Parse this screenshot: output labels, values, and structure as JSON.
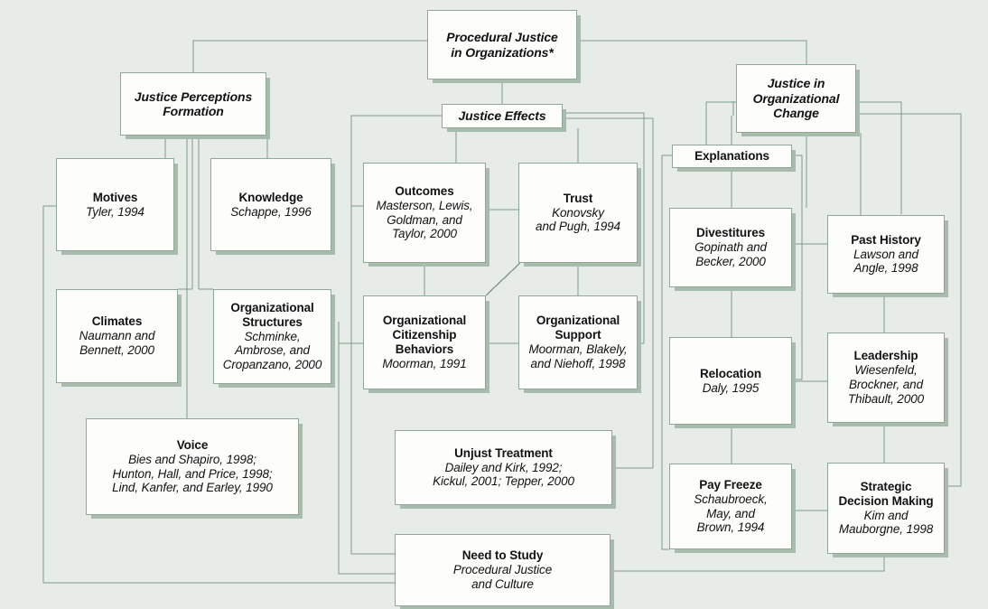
{
  "diagram": {
    "title": "Procedural Justice in Organizations*",
    "background_color": "#e7ece8",
    "box_fill": "#fdfdfb",
    "box_border": "#8fa896",
    "box_shadow": "#a7bcac",
    "connector_color": "#7e9a86"
  },
  "nodes": {
    "root": {
      "title": "Procedural Justice\nin Organizations*",
      "sub": ""
    },
    "perceptions": {
      "title": "Justice Perceptions\nFormation",
      "sub": ""
    },
    "effects": {
      "title": "Justice Effects",
      "sub": ""
    },
    "change": {
      "title": "Justice in\nOrganizational\nChange",
      "sub": ""
    },
    "motives": {
      "title": "Motives",
      "sub": "Tyler, 1994"
    },
    "knowledge": {
      "title": "Knowledge",
      "sub": "Schappe, 1996"
    },
    "climates": {
      "title": "Climates",
      "sub": "Naumann and\nBennett, 2000"
    },
    "structures": {
      "title": "Organizational\nStructures",
      "sub": "Schminke,\nAmbrose, and\nCropanzano, 2000"
    },
    "voice": {
      "title": "Voice",
      "sub": "Bies and Shapiro, 1998;\nHunton, Hall, and Price, 1998;\nLind, Kanfer, and Earley, 1990"
    },
    "outcomes": {
      "title": "Outcomes",
      "sub": "Masterson, Lewis,\nGoldman, and\nTaylor, 2000"
    },
    "trust": {
      "title": "Trust",
      "sub": "Konovsky\nand Pugh, 1994"
    },
    "ocb": {
      "title": "Organizational\nCitizenship\nBehaviors",
      "sub": "Moorman, 1991"
    },
    "support": {
      "title": "Organizational\nSupport",
      "sub": "Moorman, Blakely,\nand Niehoff, 1998"
    },
    "unjust": {
      "title": "Unjust Treatment",
      "sub": "Dailey and Kirk, 1992;\nKickul, 2001; Tepper, 2000"
    },
    "need": {
      "title": "Need to Study",
      "sub": "Procedural Justice\nand Culture"
    },
    "explanations": {
      "title": "Explanations",
      "sub": ""
    },
    "divestitures": {
      "title": "Divestitures",
      "sub": "Gopinath and\nBecker, 2000"
    },
    "relocation": {
      "title": "Relocation",
      "sub": "Daly, 1995"
    },
    "payfreeze": {
      "title": "Pay Freeze",
      "sub": "Schaubroeck,\nMay, and\nBrown, 1994"
    },
    "history": {
      "title": "Past History",
      "sub": "Lawson and\nAngle, 1998"
    },
    "leadership": {
      "title": "Leadership",
      "sub": "Wiesenfeld,\nBrockner, and\nThibault, 2000"
    },
    "strategic": {
      "title": "Strategic\nDecision Making",
      "sub": "Kim and\nMauborgne, 1998"
    }
  }
}
